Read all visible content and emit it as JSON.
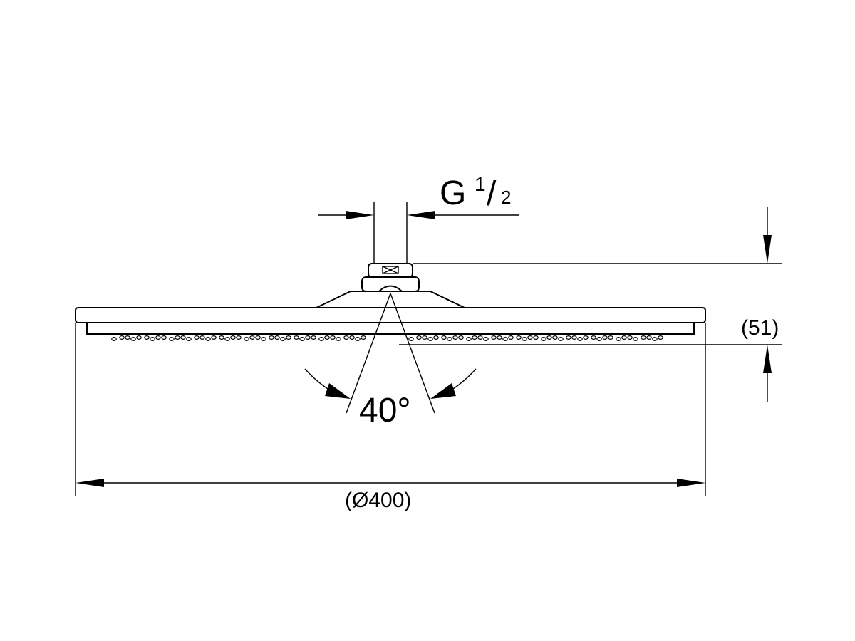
{
  "drawing": {
    "thread_prefix": "G",
    "thread_numerator": "1",
    "thread_slash": "/",
    "thread_denominator": "2",
    "height_label": "(51)",
    "angle_label": "40°",
    "diameter_label": "(Ø400)"
  }
}
